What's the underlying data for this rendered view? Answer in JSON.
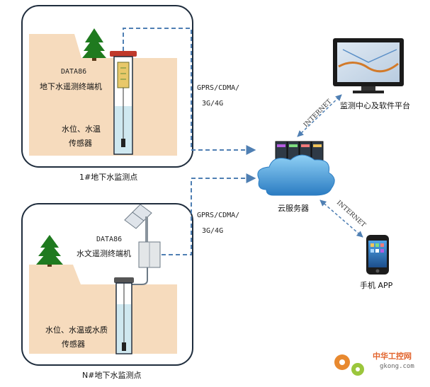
{
  "site1": {
    "terminal_model": "DATA86",
    "terminal_name": "地下水遥测终端机",
    "sensor_line1": "水位、水温",
    "sensor_line2": "传感器",
    "caption": "1#地下水监测点"
  },
  "siteN": {
    "terminal_model": "DATA86",
    "terminal_name": "水文遥测终端机",
    "sensor_line1": "水位、水温或水质",
    "sensor_line2": "传感器",
    "caption": "N#地下水监测点"
  },
  "link1": {
    "line1": "GPRS/CDMA/",
    "line2": "3G/4G"
  },
  "link2": {
    "line1": "GPRS/CDMA/",
    "line2": "3G/4G"
  },
  "cloud": {
    "label": "云服务器"
  },
  "monitor": {
    "label": "监测中心及软件平台",
    "link_label": "INTERNET"
  },
  "phone": {
    "label": "手机 APP",
    "link_label": "INTERNET"
  },
  "watermark": {
    "brand": "中华工控网",
    "domain": "gkong.com"
  },
  "colors": {
    "ground": "#f6dbbd",
    "frame": "#1f2d3d",
    "dash": "#4f7fb3",
    "tree": "#1f7a1f",
    "cloud": "#3a8fd0"
  }
}
